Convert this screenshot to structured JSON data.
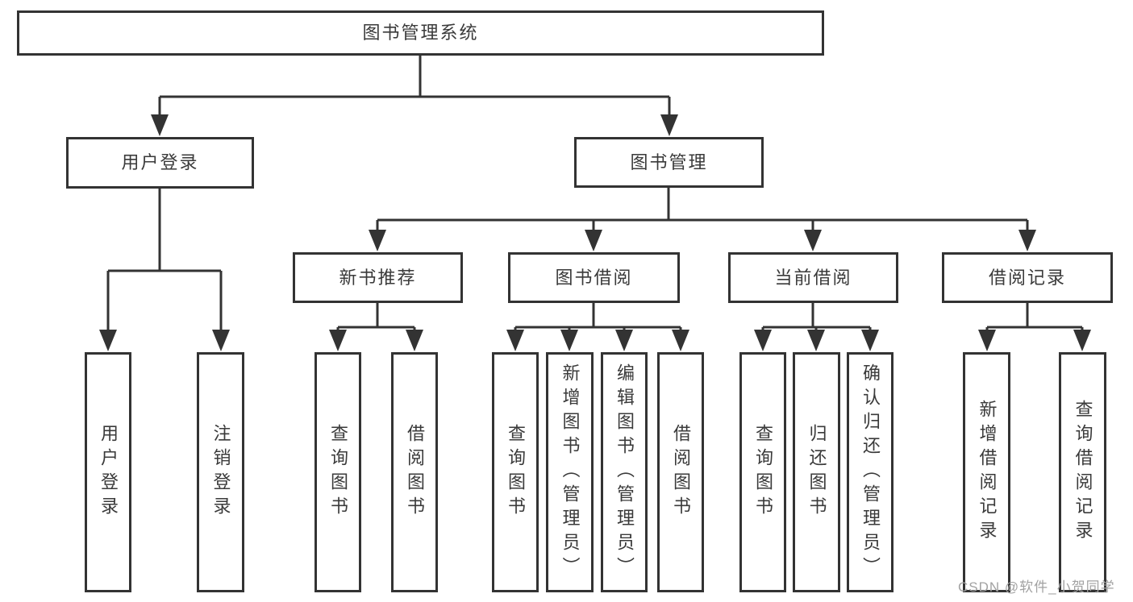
{
  "tree": {
    "label": "图书管理系统",
    "children": [
      {
        "label": "用户登录",
        "children": [
          {
            "label": "用户登录"
          },
          {
            "label": "注销登录"
          }
        ]
      },
      {
        "label": "图书管理",
        "children": [
          {
            "label": "新书推荐",
            "children": [
              {
                "label": "查询图书"
              },
              {
                "label": "借阅图书"
              }
            ]
          },
          {
            "label": "图书借阅",
            "children": [
              {
                "label": "查询图书"
              },
              {
                "label": "新增图书（管理员）"
              },
              {
                "label": "编辑图书（管理员）"
              },
              {
                "label": "借阅图书"
              }
            ]
          },
          {
            "label": "当前借阅",
            "children": [
              {
                "label": "查询图书"
              },
              {
                "label": "归还图书"
              },
              {
                "label": "确认归还（管理员）"
              }
            ]
          },
          {
            "label": "借阅记录",
            "children": [
              {
                "label": "新增借阅记录"
              },
              {
                "label": "查询借阅记录"
              }
            ]
          }
        ]
      }
    ]
  },
  "watermark": "CSDN @软件_小贺同学",
  "colors": {
    "line": "#333333",
    "text": "#3a3a3a",
    "background": "#ffffff",
    "watermark": "#a2a2a2"
  }
}
